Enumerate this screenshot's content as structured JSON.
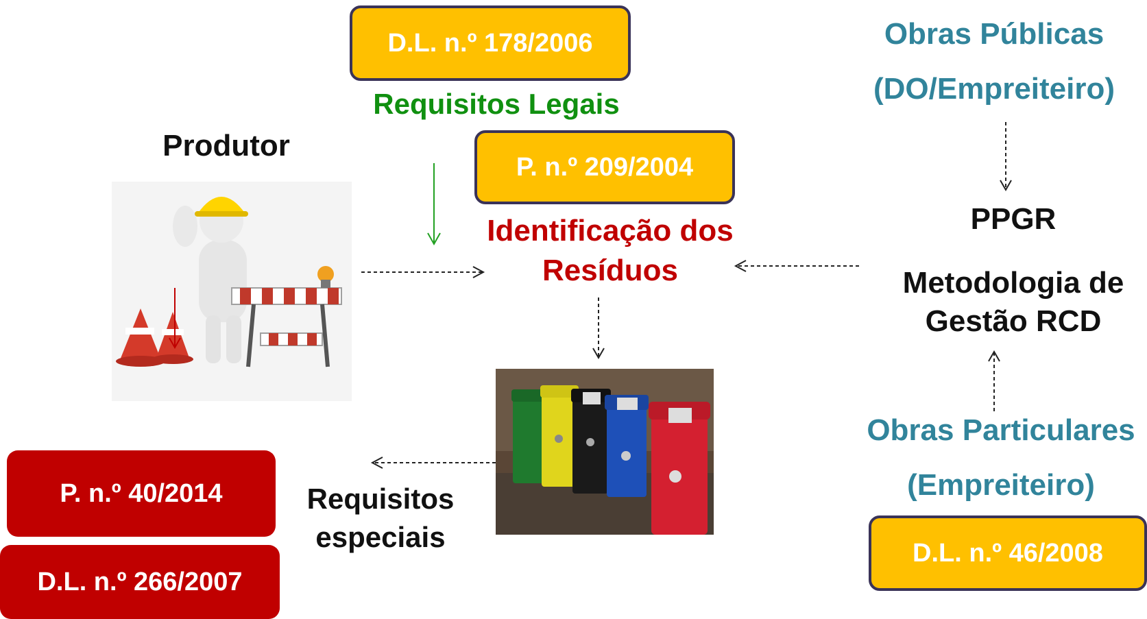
{
  "laws": {
    "dl_178_2006": "D.L. n.º 178/2006",
    "p_209_2004": "P. n.º 209/2004",
    "p_40_2014": "P. n.º 40/2014",
    "dl_266_2007": "D.L. n.º 266/2007",
    "dl_46_2008": "D.L. n.º 46/2008"
  },
  "labels": {
    "requisitos_legais": "Requisitos Legais",
    "produtor": "Produtor",
    "identificacao_line1": "Identificação dos",
    "identificacao_line2": "Resíduos",
    "requisitos_especiais_line1": "Requisitos",
    "requisitos_especiais_line2": "especiais",
    "obras_publicas_line1": "Obras Públicas",
    "obras_publicas_line2": "(DO/Empreiteiro)",
    "ppgr": "PPGR",
    "metodologia_line1": "Metodologia de",
    "metodologia_line2": "Gestão RCD",
    "obras_particulares_line1": "Obras Particulares",
    "obras_particulares_line2": "(Empreiteiro)"
  },
  "colors": {
    "law_yellow": "#ffc000",
    "law_red": "#c00000",
    "teal": "#31849b",
    "green": "#109010",
    "red": "#c00000"
  }
}
